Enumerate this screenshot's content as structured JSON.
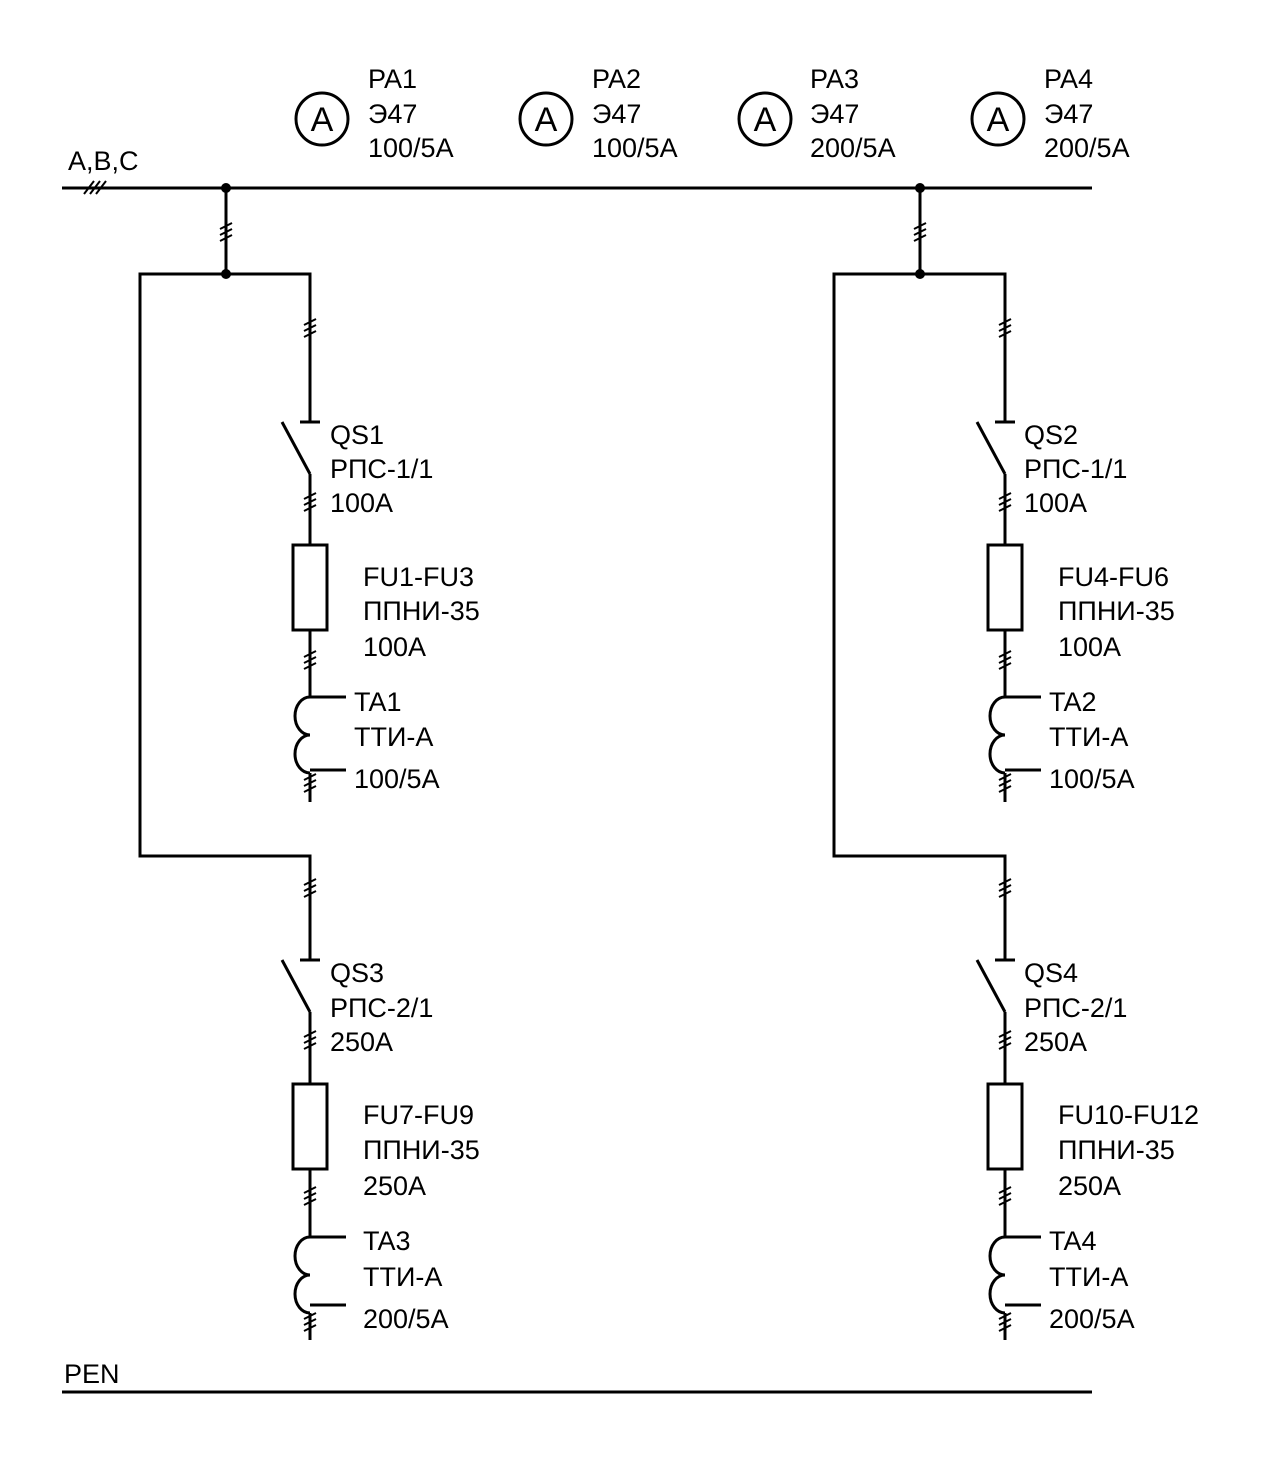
{
  "bus": {
    "phase_label": "A,B,C",
    "pen_label": "PEN"
  },
  "ammeters": [
    {
      "symbol": "A",
      "id": "PA1",
      "type": "Э47",
      "rating": "100/5A"
    },
    {
      "symbol": "A",
      "id": "PA2",
      "type": "Э47",
      "rating": "100/5A"
    },
    {
      "symbol": "A",
      "id": "PA3",
      "type": "Э47",
      "rating": "200/5A"
    },
    {
      "symbol": "A",
      "id": "PA4",
      "type": "Э47",
      "rating": "200/5A"
    }
  ],
  "switches": [
    {
      "id": "QS1",
      "type": "РПС-1/1",
      "rating": "100A"
    },
    {
      "id": "QS2",
      "type": "РПС-1/1",
      "rating": "100A"
    },
    {
      "id": "QS3",
      "type": "РПС-2/1",
      "rating": "250A"
    },
    {
      "id": "QS4",
      "type": "РПС-2/1",
      "rating": "250A"
    }
  ],
  "fuses": [
    {
      "id": "FU1-FU3",
      "type": "ППНИ-35",
      "rating": "100A"
    },
    {
      "id": "FU4-FU6",
      "type": "ППНИ-35",
      "rating": "100A"
    },
    {
      "id": "FU7-FU9",
      "type": "ППНИ-35",
      "rating": "250A"
    },
    {
      "id": "FU10-FU12",
      "type": "ППНИ-35",
      "rating": "250A"
    }
  ],
  "transformers": [
    {
      "id": "TA1",
      "type": "ТТИ-А",
      "rating": "100/5A"
    },
    {
      "id": "TA2",
      "type": "ТТИ-А",
      "rating": "100/5A"
    },
    {
      "id": "TA3",
      "type": "ТТИ-А",
      "rating": "200/5A"
    },
    {
      "id": "TA4",
      "type": "ТТИ-А",
      "rating": "200/5A"
    }
  ]
}
